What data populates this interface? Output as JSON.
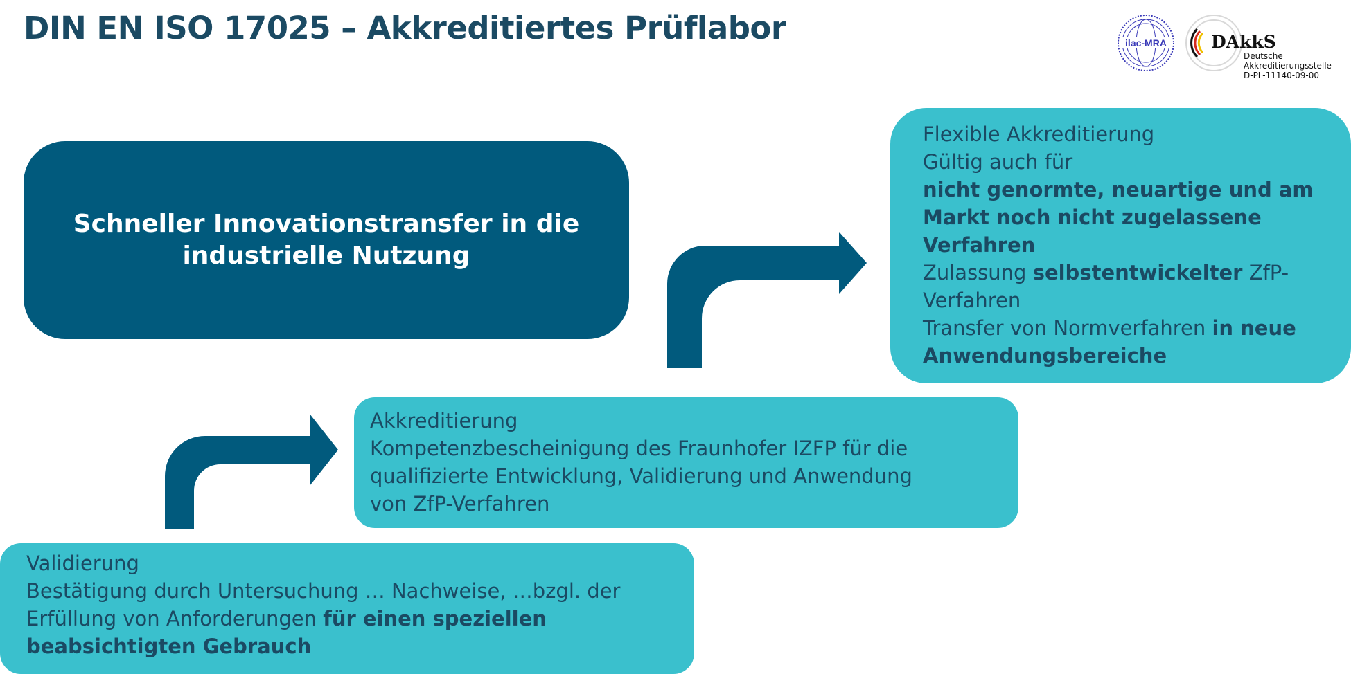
{
  "title": "DIN EN ISO 17025 – Akkreditiertes Prüflabor",
  "logos": {
    "ilac": "ilac-MRA",
    "dakks": "DAkkS",
    "dakks_line1": "Deutsche",
    "dakks_line2": "Akkreditierungsstelle",
    "dakks_line3": "D-PL-11140-09-00"
  },
  "main_box": {
    "line1": "Schneller Innovationstransfer in die",
    "line2": "industrielle Nutzung"
  },
  "flexible": {
    "heading": "Flexible Akkreditierung",
    "l2": "Gültig auch für",
    "l3": "nicht genormte, neuartige und am",
    "l4": "Markt noch nicht zugelassene",
    "l5": "Verfahren",
    "l6a": "Zulassung ",
    "l6b": "selbstentwickelter",
    "l6c": " ZfP-",
    "l7": "Verfahren",
    "l8a": "Transfer von Normverfahren ",
    "l8b": "in neue",
    "l9": "Anwendungsbereiche"
  },
  "akkreditierung": {
    "heading": "Akkreditierung",
    "l2": "Kompetenzbescheinigung des Fraunhofer IZFP für die",
    "l3": "qualifizierte Entwicklung, Validierung und Anwendung",
    "l4": "von ZfP-Verfahren"
  },
  "validierung": {
    "heading": "Validierung",
    "l2": "Bestätigung durch Untersuchung … Nachweise, …bzgl. der",
    "l3a": "Erfüllung von Anforderungen ",
    "l3b": "für einen speziellen",
    "l4": "beabsichtigten Gebrauch"
  },
  "colors": {
    "dark_blue": "#015a7d",
    "turquoise": "#3ac0cd",
    "text": "#1b4a63"
  }
}
